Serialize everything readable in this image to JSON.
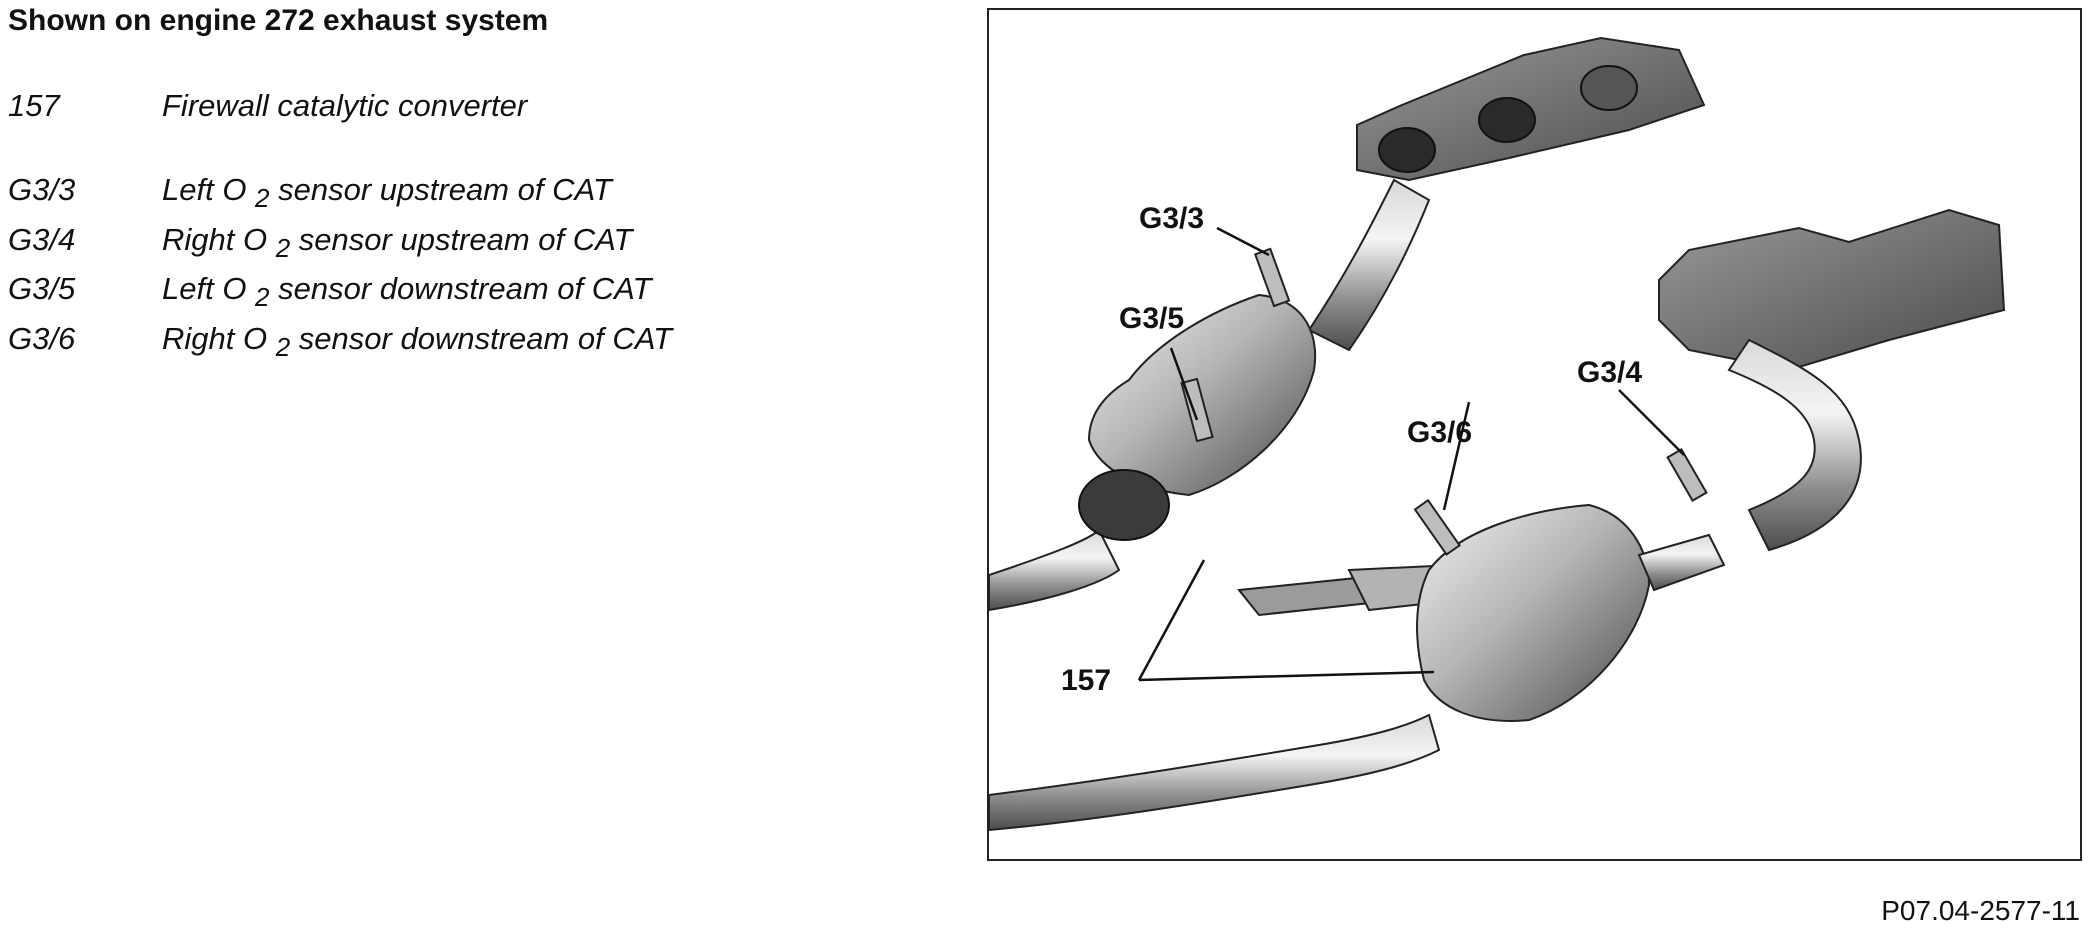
{
  "title": "Shown on engine 272 exhaust system",
  "legend": [
    {
      "code": "157",
      "pre": "Firewall catalytic converter",
      "sub": "",
      "post": ""
    },
    {
      "code": "G3/3",
      "pre": "Left O ",
      "sub": "2",
      "post": " sensor upstream of CAT"
    },
    {
      "code": "G3/4",
      "pre": "Right O ",
      "sub": "2",
      "post": " sensor upstream of CAT"
    },
    {
      "code": "G3/5",
      "pre": "Left O ",
      "sub": "2",
      "post": " sensor downstream of CAT"
    },
    {
      "code": "G3/6",
      "pre": "Right O ",
      "sub": "2",
      "post": " sensor downstream of CAT"
    }
  ],
  "figure": {
    "callouts": {
      "g3_3": "G3/3",
      "g3_5": "G3/5",
      "g3_4": "G3/4",
      "g3_6": "G3/6",
      "cat_157": "157"
    }
  },
  "figure_id": "P07.04-2577-11"
}
